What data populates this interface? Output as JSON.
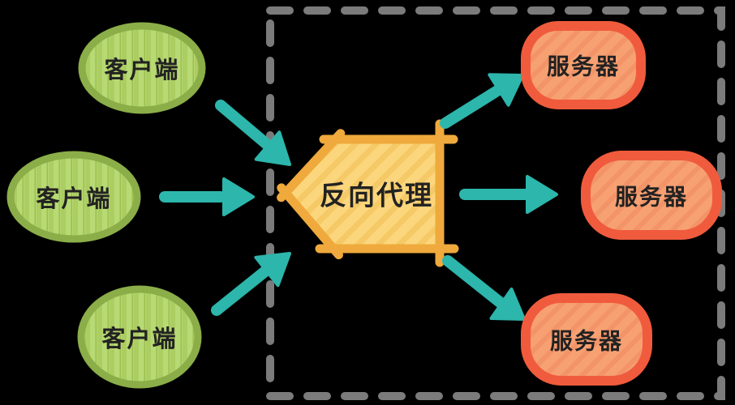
{
  "diagram": {
    "type": "architecture-diagram",
    "topic": "reverse proxy",
    "nodes": {
      "clients": [
        {
          "id": "client-1",
          "label": "客户端",
          "shape": "ellipse"
        },
        {
          "id": "client-2",
          "label": "客户端",
          "shape": "ellipse"
        },
        {
          "id": "client-3",
          "label": "客户端",
          "shape": "ellipse"
        }
      ],
      "proxy": {
        "id": "reverse-proxy",
        "label": "反向代理",
        "shape": "pentagon-pointing-left"
      },
      "servers": [
        {
          "id": "server-1",
          "label": "服务器",
          "shape": "rounded-rect"
        },
        {
          "id": "server-2",
          "label": "服务器",
          "shape": "rounded-rect"
        },
        {
          "id": "server-3",
          "label": "服务器",
          "shape": "rounded-rect"
        }
      ]
    },
    "edges": [
      {
        "from": "client-1",
        "to": "reverse-proxy"
      },
      {
        "from": "client-2",
        "to": "reverse-proxy"
      },
      {
        "from": "client-3",
        "to": "reverse-proxy"
      },
      {
        "from": "reverse-proxy",
        "to": "server-1"
      },
      {
        "from": "reverse-proxy",
        "to": "server-2"
      },
      {
        "from": "reverse-proxy",
        "to": "server-3"
      }
    ],
    "boundary": {
      "style": "dashed-rectangle",
      "encloses": [
        "reverse-proxy",
        "server-1",
        "server-2",
        "server-3"
      ]
    },
    "colors": {
      "background": "#000000",
      "client_border": "#8bae49",
      "client_fill": "#b8da75",
      "client_stripe": "#a9cd60",
      "proxy_border": "#efa93c",
      "proxy_fill": "#fcd67c",
      "proxy_stripe": "#f4c966",
      "server_border": "#f05b3d",
      "server_fill": "#f7a173",
      "server_stripe": "#f29468",
      "arrow": "#2cb6ac",
      "boundary_dash": "#7b7b7b",
      "label_text": "#222222"
    }
  }
}
